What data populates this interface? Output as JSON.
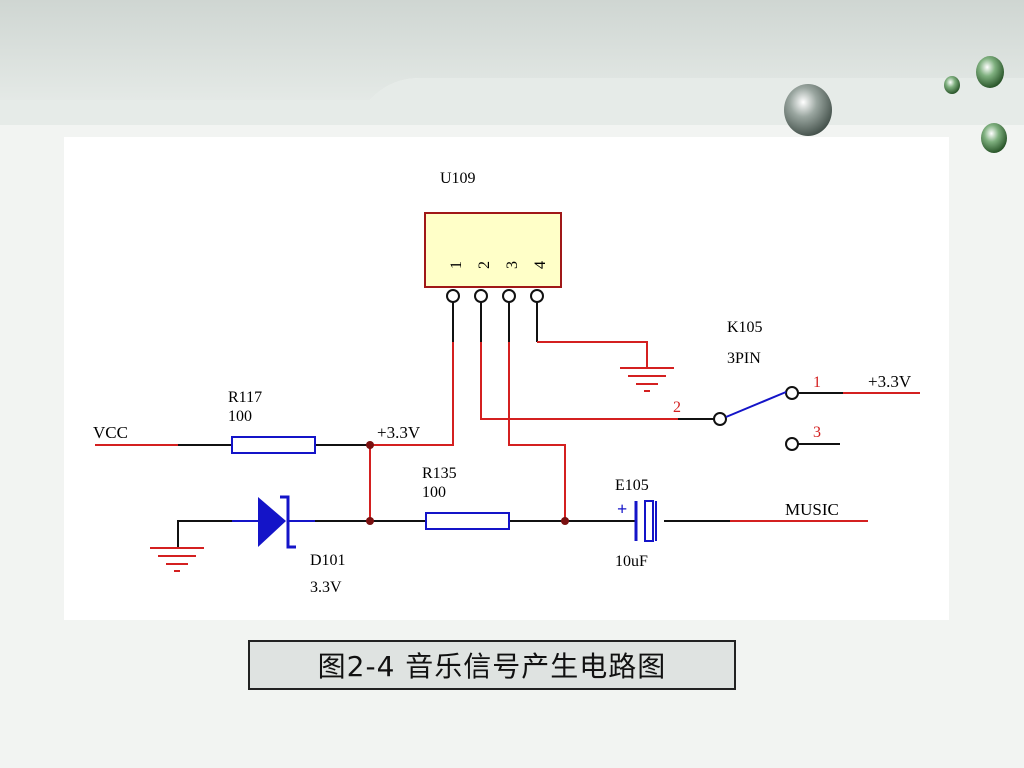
{
  "components": {
    "u109": {
      "ref": "U109",
      "pins": [
        "1",
        "2",
        "3",
        "4"
      ]
    },
    "k105": {
      "ref": "K105",
      "type": "3PIN",
      "pin1": "1",
      "pin2": "2",
      "pin3": "3"
    },
    "r117": {
      "ref": "R117",
      "value": "100"
    },
    "r135": {
      "ref": "R135",
      "value": "100"
    },
    "e105": {
      "ref": "E105",
      "value": "10uF",
      "polarity": "+"
    },
    "d101": {
      "ref": "D101",
      "value": "3.3V"
    }
  },
  "nets": {
    "vcc": "VCC",
    "supply_mid": "+3.3V",
    "supply_switch": "+3.3V",
    "music": "MUSIC"
  },
  "caption": "图2-4  音乐信号产生电路图",
  "colors": {
    "wire_red": "#d42020",
    "wire_black": "#111111",
    "part_blue": "#1414c8",
    "chip_fill": "#ffffc8",
    "node": "#7a1010"
  }
}
